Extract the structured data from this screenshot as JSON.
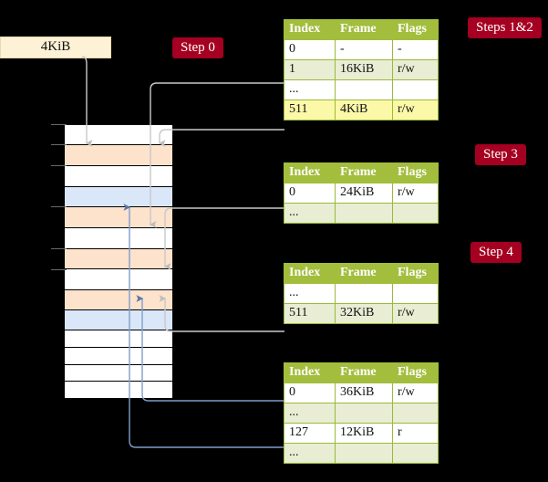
{
  "diagram": {
    "title_labels": {
      "step0": "Step 0",
      "steps12": "Steps 1&2",
      "step3": "Step 3",
      "step4": "Step 4"
    },
    "source_box": {
      "label": "4KiB"
    },
    "colors": {
      "badge_bg": "#a50021",
      "badge_fg": "#ffffff",
      "table_header_bg": "#a3bd3d",
      "table_header_fg": "#ffffff",
      "table_row_alt_bg": "#e8edd3",
      "table_border": "#9aba3a",
      "highlight_bg": "#fbf9a8",
      "source_box_bg": "#fdf1d6",
      "mem_orange": "#fde2cc",
      "mem_blue": "#d9e7f8",
      "wire_grey": "#c9c9c9",
      "wire_blue": "#7e9ecb"
    },
    "tables": [
      {
        "id": "table-level-0",
        "headers": [
          "Index",
          "Frame",
          "Flags"
        ],
        "rows": [
          {
            "index": "0",
            "frame": "-",
            "flags": "-",
            "shade": "odd",
            "highlight": false
          },
          {
            "index": "1",
            "frame": "16KiB",
            "flags": "r/w",
            "shade": "even",
            "highlight": false
          },
          {
            "index": "...",
            "frame": "",
            "flags": "",
            "shade": "odd",
            "highlight": false
          },
          {
            "index": "511",
            "frame": "4KiB",
            "flags": "r/w",
            "shade": "even",
            "highlight": true
          }
        ]
      },
      {
        "id": "table-level-1",
        "headers": [
          "Index",
          "Frame",
          "Flags"
        ],
        "rows": [
          {
            "index": "0",
            "frame": "24KiB",
            "flags": "r/w",
            "shade": "odd",
            "highlight": false
          },
          {
            "index": "...",
            "frame": "",
            "flags": "",
            "shade": "even",
            "highlight": false
          }
        ]
      },
      {
        "id": "table-level-2",
        "headers": [
          "Index",
          "Frame",
          "Flags"
        ],
        "rows": [
          {
            "index": "...",
            "frame": "",
            "flags": "",
            "shade": "odd",
            "highlight": false
          },
          {
            "index": "511",
            "frame": "32KiB",
            "flags": "r/w",
            "shade": "even",
            "highlight": false
          }
        ]
      },
      {
        "id": "table-level-3",
        "headers": [
          "Index",
          "Frame",
          "Flags"
        ],
        "rows": [
          {
            "index": "0",
            "frame": "36KiB",
            "flags": "r/w",
            "shade": "odd",
            "highlight": false
          },
          {
            "index": "...",
            "frame": "",
            "flags": "",
            "shade": "even",
            "highlight": false
          },
          {
            "index": "127",
            "frame": "12KiB",
            "flags": "r",
            "shade": "odd",
            "highlight": false
          },
          {
            "index": "...",
            "frame": "",
            "flags": "",
            "shade": "even",
            "highlight": false
          }
        ]
      }
    ],
    "memory_column": {
      "rows": [
        {
          "fill": "white"
        },
        {
          "fill": "orange"
        },
        {
          "fill": "white"
        },
        {
          "fill": "blue"
        },
        {
          "fill": "orange"
        },
        {
          "fill": "white"
        },
        {
          "fill": "orange"
        },
        {
          "fill": "white"
        },
        {
          "fill": "orange"
        },
        {
          "fill": "blue"
        },
        {
          "fill": "white"
        },
        {
          "fill": "white"
        },
        {
          "fill": "white"
        },
        {
          "fill": "white"
        }
      ]
    }
  }
}
